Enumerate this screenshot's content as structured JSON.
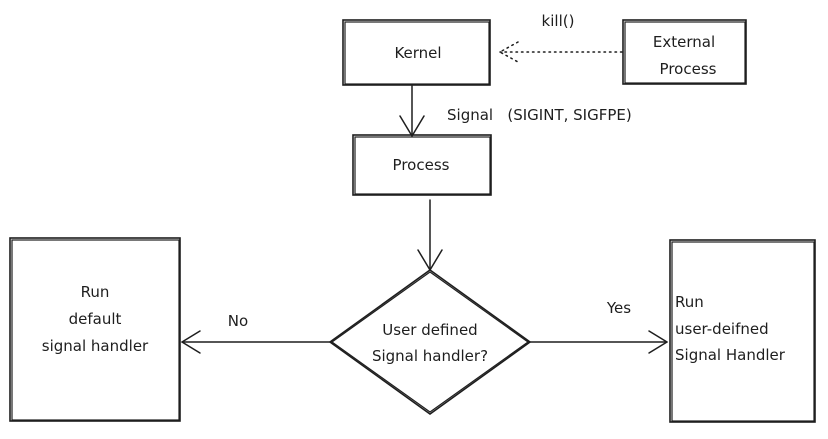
{
  "nodes": {
    "kernel": "Kernel",
    "external_process": [
      "External",
      "Process"
    ],
    "process": "Process",
    "decision": [
      "User defined",
      "Signal handler?"
    ],
    "default_handler": [
      "Run",
      "default",
      "signal handler"
    ],
    "user_handler": [
      "Run",
      "user-deifned",
      "Signal Handler"
    ]
  },
  "edges": {
    "kill": "kill()",
    "signal": "Signal   (SIGINT, SIGFPE)",
    "no": "No",
    "yes": "Yes"
  }
}
